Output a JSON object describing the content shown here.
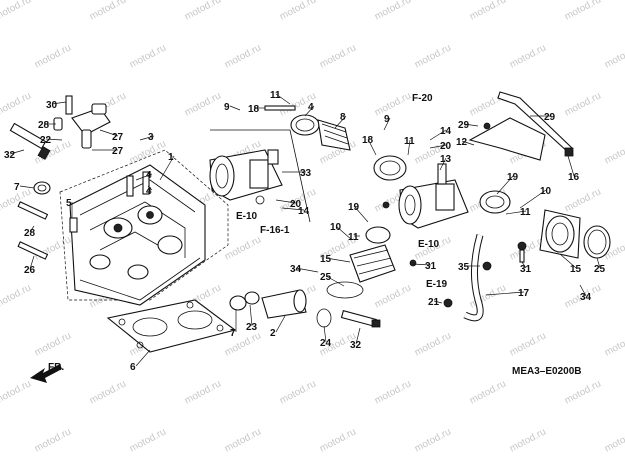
{
  "watermark": "motod.ru",
  "catalog_code": "MEA3–E0200B",
  "direction": {
    "label": "FR."
  },
  "callouts": [
    "1",
    "2",
    "3",
    "4",
    "5",
    "6",
    "7",
    "8",
    "9",
    "10",
    "11",
    "12",
    "13",
    "14",
    "15",
    "16",
    "17",
    "18",
    "19",
    "20",
    "21",
    "22",
    "23",
    "24",
    "25",
    "26",
    "27",
    "28",
    "29",
    "30",
    "31",
    "32",
    "33",
    "34",
    "35"
  ],
  "references": [
    "F-20",
    "E-10",
    "F-16-1",
    "E-19"
  ]
}
